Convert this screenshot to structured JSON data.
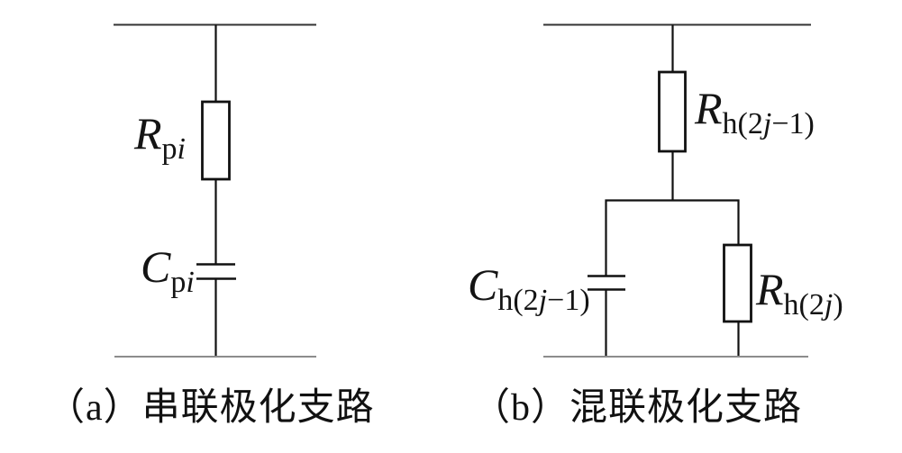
{
  "figure": {
    "background_color": "#ffffff",
    "colors": {
      "wire": "#111111",
      "top_rail": "#333333",
      "bottom_rail": "#8c8c8c",
      "component_fill": "#ffffff"
    },
    "circuits": [
      {
        "id": "a",
        "caption": "（a）串联极化支路",
        "components": [
          {
            "type": "resistor",
            "label": {
              "main": "R",
              "sub_pre": "p",
              "sub_var": "i",
              "sub_post": ""
            }
          },
          {
            "type": "capacitor",
            "label": {
              "main": "C",
              "sub_pre": "p",
              "sub_var": "i",
              "sub_post": ""
            }
          }
        ]
      },
      {
        "id": "b",
        "caption": "（b）混联极化支路",
        "components": [
          {
            "type": "resistor",
            "label": {
              "main": "R",
              "sub_pre": "h(2",
              "sub_var": "j",
              "sub_post": "−1)"
            }
          },
          {
            "type": "capacitor",
            "label": {
              "main": "C",
              "sub_pre": "h(2",
              "sub_var": "j",
              "sub_post": "−1)"
            }
          },
          {
            "type": "resistor",
            "label": {
              "main": "R",
              "sub_pre": "h(2",
              "sub_var": "j",
              "sub_post": ")"
            }
          }
        ]
      }
    ]
  }
}
